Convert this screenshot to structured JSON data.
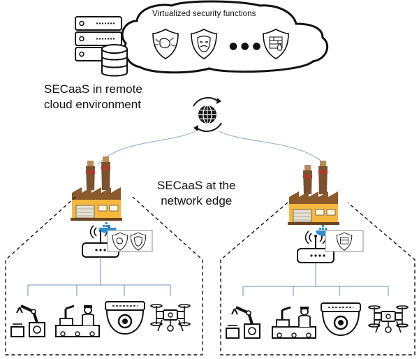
{
  "cloud": {
    "title": "Virtualized security functions",
    "ellipsis": "● ● ●"
  },
  "remote": {
    "line1": "SECaaS in remote",
    "line2": "cloud environment"
  },
  "edge": {
    "line1": "SECaaS at the",
    "line2": "network edge"
  },
  "icons": {
    "server": "server-stack-icon",
    "globe": "globe-sync-icon",
    "factory": "factory-icon",
    "router": "wifi-router-icon",
    "container": "docker-whale-icon",
    "devices": [
      "robot-arm-icon",
      "assembly-robot-icon",
      "dome-camera-icon",
      "drone-icon"
    ]
  },
  "colors": {
    "line": "#111111",
    "link": "#9ab4d6",
    "factoryWall": "#f6b73c",
    "factoryRoof": "#8b5a2b",
    "stacks": "#7a5230",
    "whale": "#2c8fd4"
  }
}
